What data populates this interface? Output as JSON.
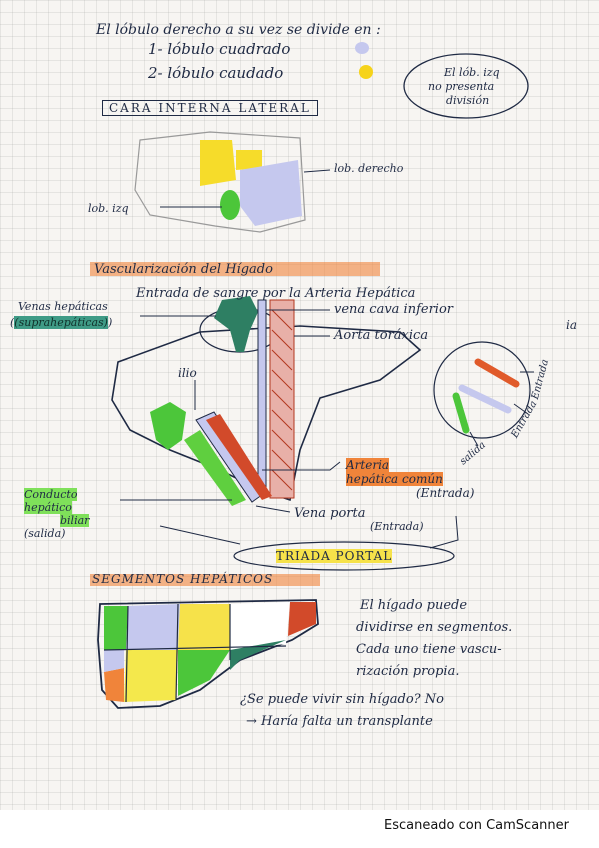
{
  "notes": {
    "intro": "El lóbulo derecho a su vez se divide en :",
    "item1": "1- lóbulo cuadrado",
    "item2": "2- lóbulo caudado",
    "bubble_line1": "El lób. izq",
    "bubble_line2": "no presenta",
    "bubble_line3": "división",
    "section1": "CARA INTERNA LATERAL",
    "label_lob_derecho": "lob. derecho",
    "label_lob_izq": "lob. izq",
    "section2": "Vascularización del Hígado",
    "entrada": "Entrada de sangre por la Arteria Hepática",
    "venas_hepaticas": "Venas hepáticas",
    "suprahepaticas": "(suprahepáticas)",
    "vena_cava": "vena cava inferior",
    "aorta": "Aorta toráxica",
    "ilio": "ilio",
    "side_ia": "ia",
    "arteria_line1": "Arteria",
    "arteria_line2": "hepática común",
    "arteria_line3": "(Entrada)",
    "conducto_line1": "Conducto",
    "conducto_line2": "hepático",
    "conducto_line3": "biliar",
    "conducto_line4": "(salida)",
    "vena_porta_line1": "Vena porta",
    "vena_porta_line2": "(Entrada)",
    "triada": "TRIADA PORTAL",
    "salida": "salida",
    "entrada1": "Entrada",
    "entrada2": "Entrada",
    "section3": "SEGMENTOS HEPÁTICOS",
    "seg_line1": "El hígado puede",
    "seg_line2": "dividirse en segmentos.",
    "seg_line3": "Cada uno tiene vascu-",
    "seg_line4": "rización propia.",
    "question": "¿Se puede vivir sin hígado? No",
    "answer": "→ Haría falta un transplante"
  },
  "footer": {
    "scanner": "Escaneado con CamScanner"
  },
  "colors": {
    "ink": "#1f2a44",
    "yellow": "#f6e24a",
    "lavender": "#c5c8ee",
    "green": "#5fcf3f",
    "teal": "#2e7f63",
    "red": "#d24a2a",
    "orange": "#f0843a"
  }
}
